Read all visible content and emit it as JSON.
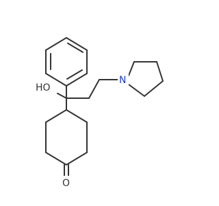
{
  "molecule": {
    "atoms": {
      "hydroxyl": "HO",
      "pyrrolidine_nitrogen": "N",
      "ketone_oxygen": "O"
    },
    "colors": {
      "bond": "#333333",
      "nitrogen": "#1f3fbf",
      "oxygen": "#333333"
    }
  }
}
